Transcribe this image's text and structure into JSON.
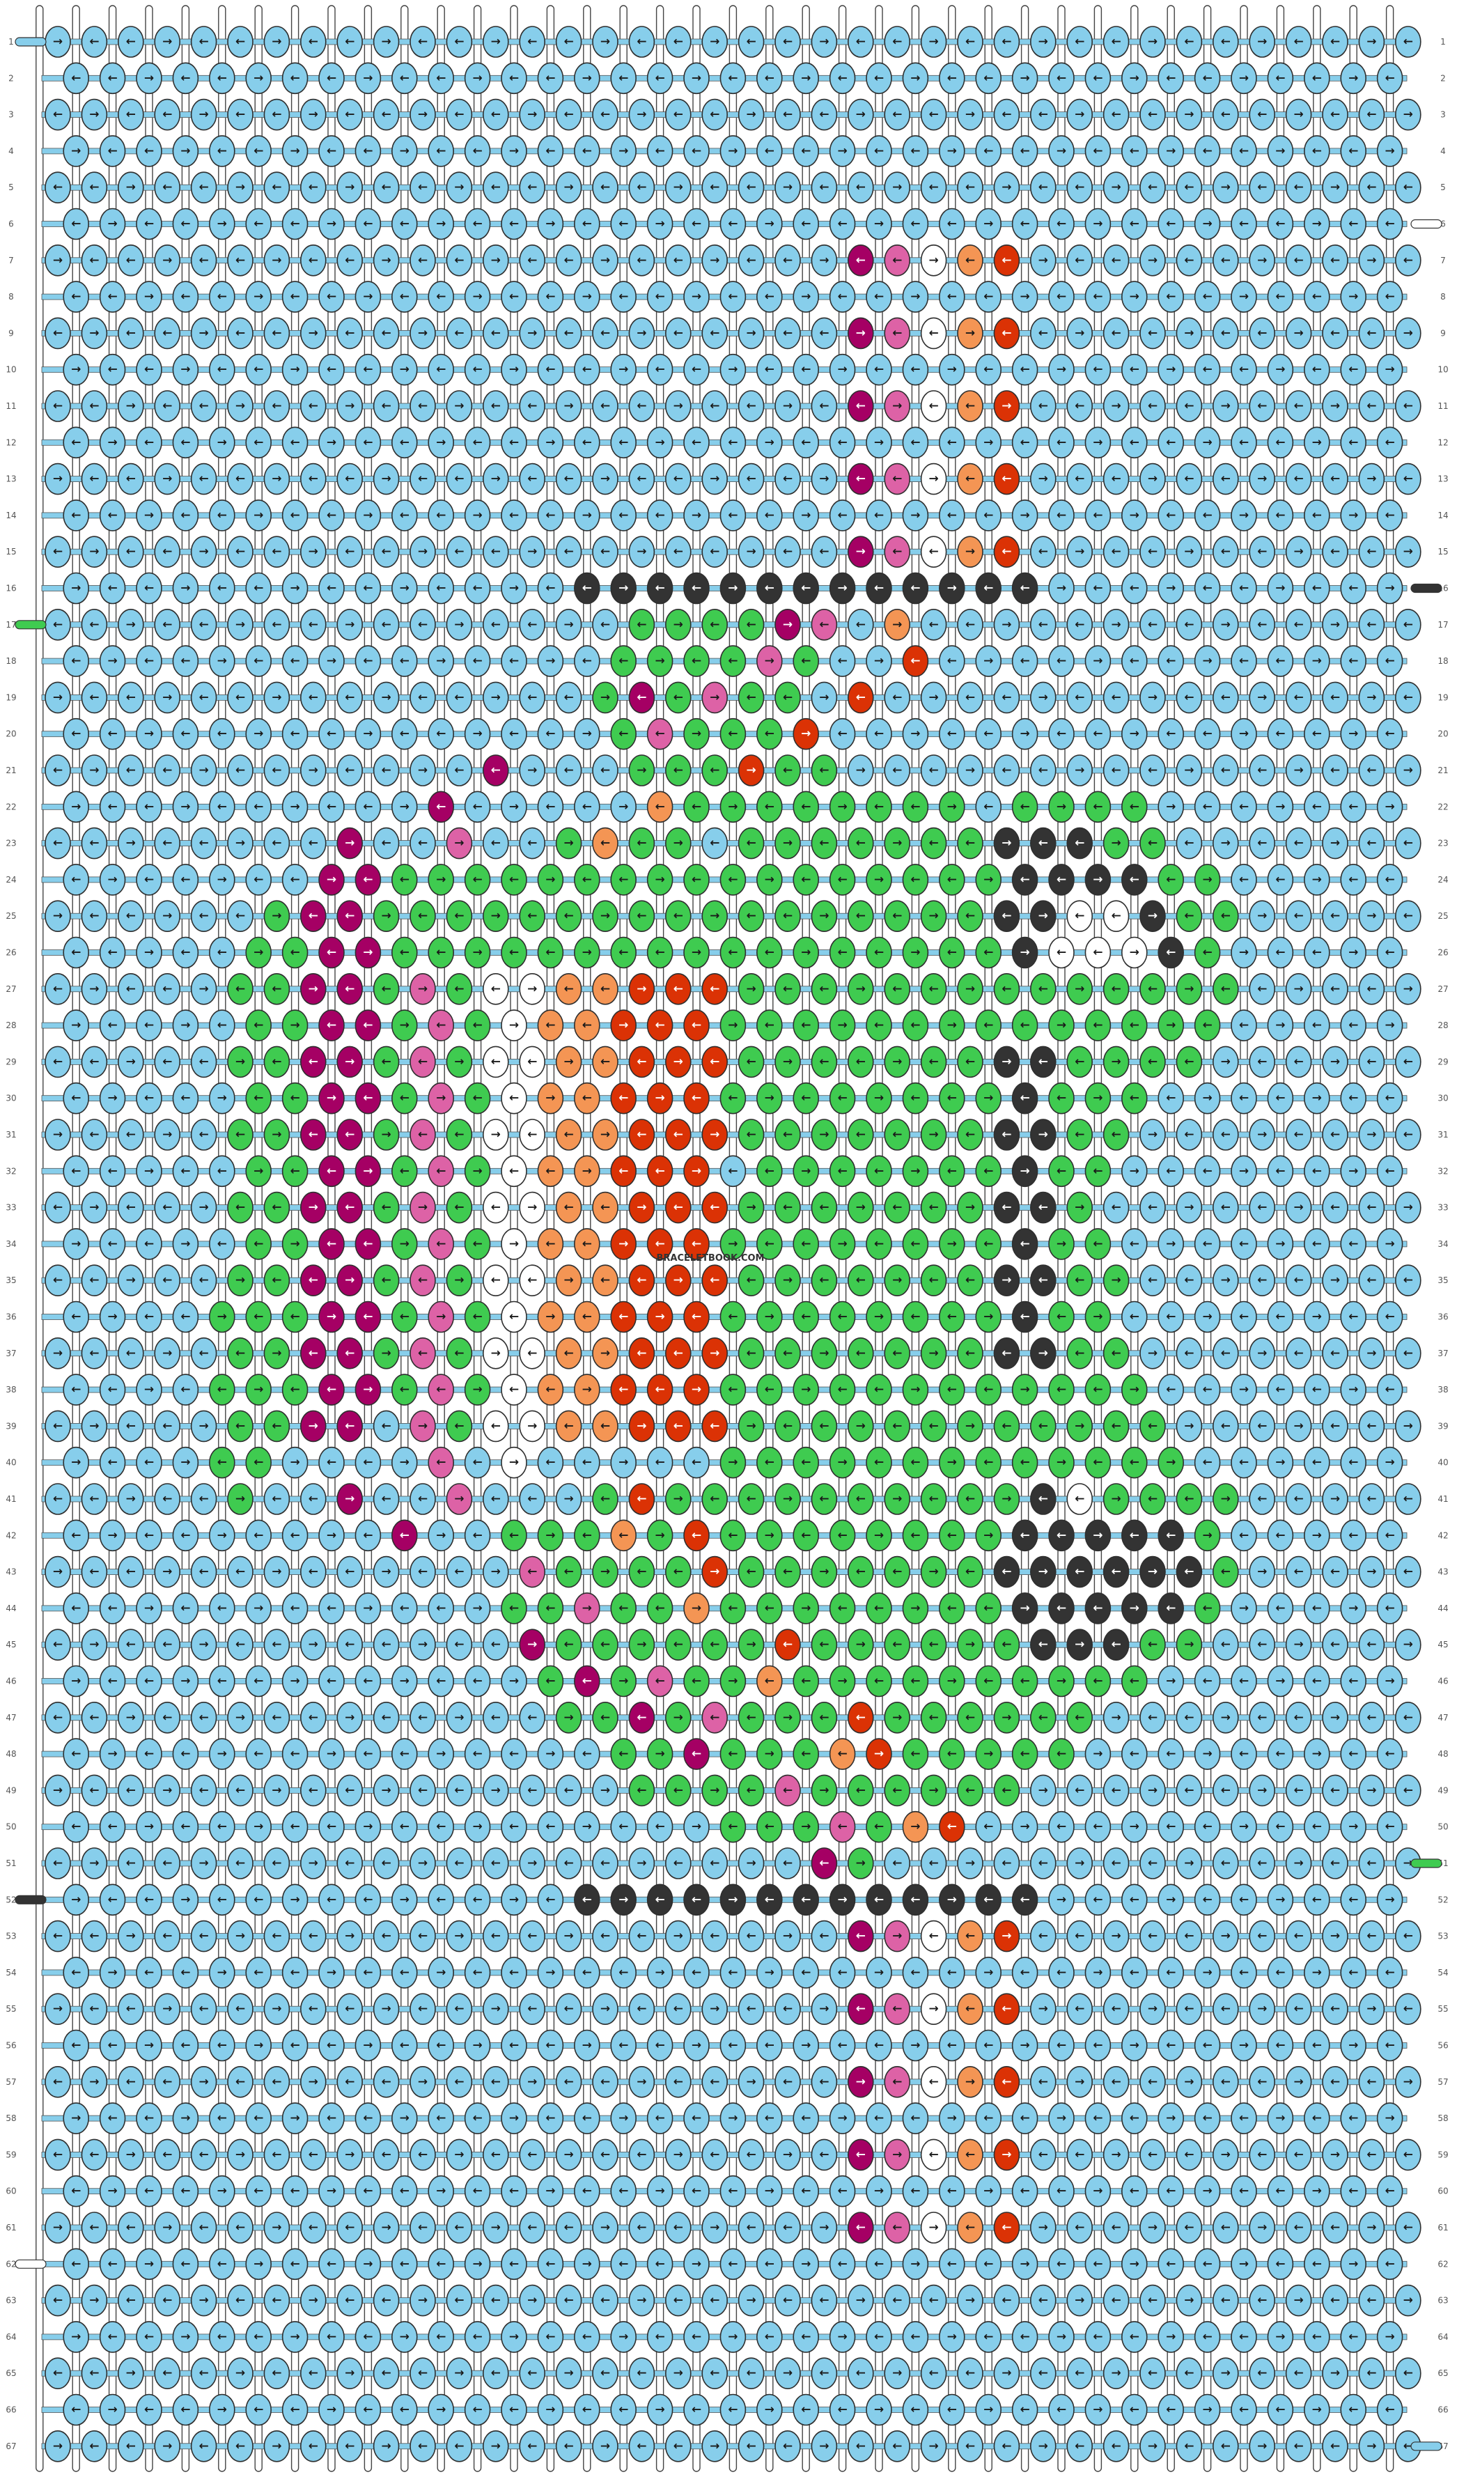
{
  "watermark": "BRACELETBOOK.COM",
  "row_labels": [
    "1",
    "2",
    "3",
    "4",
    "5",
    "6",
    "7",
    "8",
    "9",
    "10",
    "11",
    "12",
    "13",
    "14",
    "15",
    "16",
    "17",
    "18",
    "19",
    "20",
    "21",
    "22",
    "23",
    "24",
    "25",
    "26",
    "27",
    "28",
    "29",
    "30",
    "31",
    "32",
    "33",
    "34",
    "35",
    "36",
    "37",
    "38",
    "39",
    "40",
    "41",
    "42",
    "43",
    "44",
    "45",
    "46",
    "47",
    "48",
    "49",
    "50",
    "51",
    "52",
    "53",
    "54",
    "55",
    "56",
    "57",
    "58",
    "59",
    "60",
    "61",
    "62",
    "63",
    "64",
    "65",
    "66",
    "67"
  ],
  "strings": 38,
  "knots_per_odd_row": 38,
  "knots_per_even_row": 37,
  "colors": {
    "background_thread": "#87CEEB",
    "thread_outline": "#2F2F2F",
    "green": "#3FCB50",
    "black": "#333333",
    "white": "#FFFFFF",
    "dark_magenta": "#A50064",
    "pink": "#DD62A6",
    "orange": "#F49554",
    "red": "#DB3205",
    "arrow_dark": "#1A1A1A",
    "arrow_light": "#FFFFFF"
  },
  "arrow_glyphs": {
    "right": "→",
    "left": "←"
  },
  "end_threads": {
    "left": [
      {
        "row": "1",
        "color": "#87CEEB"
      },
      {
        "row": "17",
        "color": "#3FCB50"
      },
      {
        "row": "52",
        "color": "#333333"
      },
      {
        "row": "62",
        "color": "#FFFFFF"
      }
    ],
    "right": [
      {
        "row": "6",
        "color": "#FFFFFF"
      },
      {
        "row": "16",
        "color": "#333333"
      },
      {
        "row": "51",
        "color": "#3FCB50"
      },
      {
        "row": "67",
        "color": "#87CEEB"
      }
    ]
  }
}
